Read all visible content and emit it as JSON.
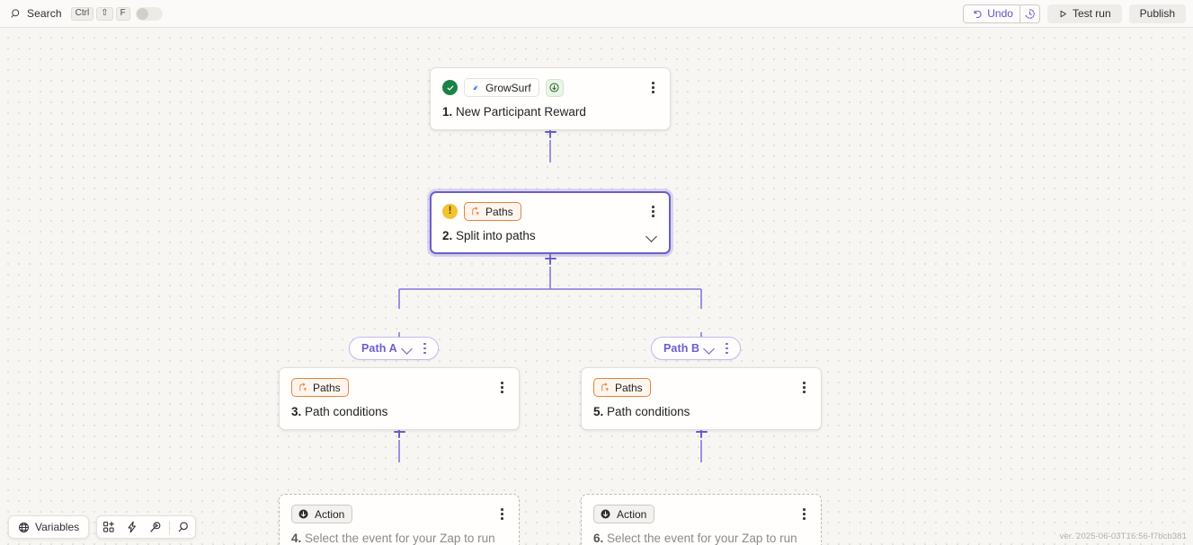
{
  "topbar": {
    "search": {
      "label": "Search",
      "keys": [
        "Ctrl",
        "⇧",
        "F"
      ],
      "icon": "search-icon"
    },
    "undo_label": "Undo",
    "history_icon": "history-clock-icon",
    "test_run_label": "Test run",
    "publish_label": "Publish"
  },
  "canvas": {
    "nodes": [
      {
        "id": "node-1",
        "status_icon": "check-circle-icon",
        "app_badge": {
          "label": "GrowSurf",
          "icon": "growsurf-logo-icon"
        },
        "trigger_badge_icon": "trigger-bolt-icon",
        "step_no": "1.",
        "title": "New Participant Reward",
        "selected": false,
        "dashed": false,
        "has_chevron": false
      },
      {
        "id": "node-2",
        "status_icon": "warning-circle-icon",
        "type_badge": {
          "label": "Paths",
          "icon": "paths-branch-icon"
        },
        "step_no": "2.",
        "title": "Split into paths",
        "selected": true,
        "dashed": false,
        "has_chevron": true
      },
      {
        "id": "node-3",
        "type_badge": {
          "label": "Paths",
          "icon": "paths-branch-icon"
        },
        "step_no": "3.",
        "title": "Path conditions",
        "selected": false,
        "dashed": false,
        "has_chevron": false
      },
      {
        "id": "node-4",
        "type_badge": {
          "label": "Action",
          "icon": "action-arrow-icon"
        },
        "step_no": "4.",
        "title": "Select the event for your Zap to run",
        "selected": false,
        "dashed": true,
        "has_chevron": false
      },
      {
        "id": "node-5",
        "type_badge": {
          "label": "Paths",
          "icon": "paths-branch-icon"
        },
        "step_no": "5.",
        "title": "Path conditions",
        "selected": false,
        "dashed": false,
        "has_chevron": false
      },
      {
        "id": "node-6",
        "type_badge": {
          "label": "Action",
          "icon": "action-arrow-icon"
        },
        "step_no": "6.",
        "title": "Select the event for your Zap to run",
        "selected": false,
        "dashed": true,
        "has_chevron": false
      }
    ],
    "paths": [
      {
        "id": "path-a",
        "label": "Path A"
      },
      {
        "id": "path-b",
        "label": "Path B"
      }
    ],
    "add_step_buttons": [
      "add-step-1",
      "add-step-2",
      "add-step-3",
      "add-step-4"
    ]
  },
  "bottombar": {
    "variables_label": "Variables",
    "variables_icon": "globe-icon",
    "tools": [
      {
        "name": "add-block-icon"
      },
      {
        "name": "lightning-bolt-icon"
      },
      {
        "name": "ai-wand-icon"
      },
      {
        "name": "zoom-search-icon"
      }
    ]
  },
  "version": "ver. 2025-06-03T16:56-f7bcb381",
  "colors": {
    "accent_purple": "#6b5fcf",
    "paths_orange": "#e8833a",
    "success_green": "#1a8245",
    "warning_yellow": "#f2c230",
    "canvas_bg": "#f7f6f3"
  }
}
